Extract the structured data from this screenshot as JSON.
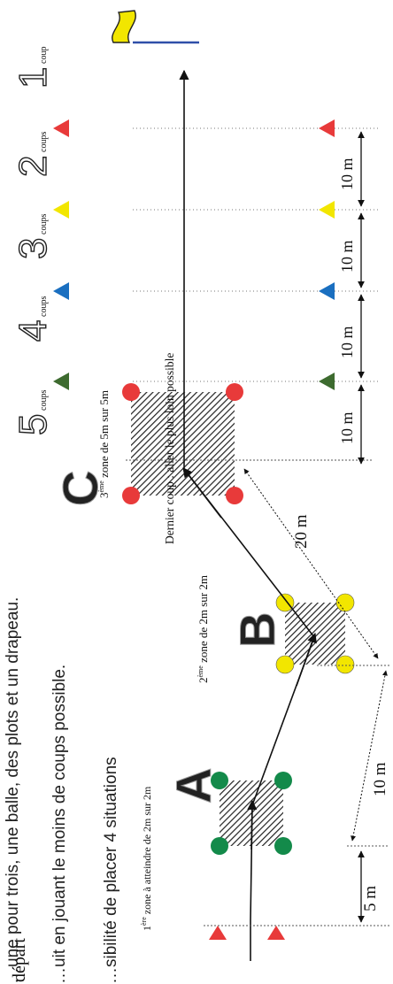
{
  "intro": {
    "line1": "…une pour trois, une balle, des plots et un drapeau.",
    "line2": "…uit en jouant le moins de coups possible.",
    "line3": "…sibilité de placer 4 situations"
  },
  "labels": {
    "depart": "départ",
    "last_shot": "Dernier coup : aller le plus loin possible"
  },
  "zones": [
    {
      "letter": "A",
      "sup": "ère",
      "num": "1",
      "text": "zone à atteindre de 2m sur 2m",
      "color": "#138a4a"
    },
    {
      "letter": "B",
      "sup": "ème",
      "num": "2",
      "text": "zone de 2m sur 2m",
      "color": "#f2e600"
    },
    {
      "letter": "C",
      "sup": "ème",
      "num": "3",
      "text": "zone de 5m sur 5m",
      "color": "#e83a3a"
    }
  ],
  "distances": {
    "d5": "5 m",
    "d10": "10 m",
    "d20": "20 m",
    "bands": [
      "10 m",
      "10 m",
      "10 m",
      "10 m"
    ]
  },
  "scoring": [
    {
      "num": "5",
      "word": "coups",
      "color": "#3d6b2f"
    },
    {
      "num": "4",
      "word": "coups",
      "color": "#1a6fc0"
    },
    {
      "num": "3",
      "word": "coups",
      "color": "#f2e600"
    },
    {
      "num": "2",
      "word": "coups",
      "color": "#f2e600"
    },
    {
      "num": "1",
      "word": "coup",
      "color": "#e83a3a"
    }
  ],
  "colors": {
    "start_cone": "#e83a3a",
    "flag": "#f2e600",
    "flag_pole": "#2f4fa8"
  }
}
